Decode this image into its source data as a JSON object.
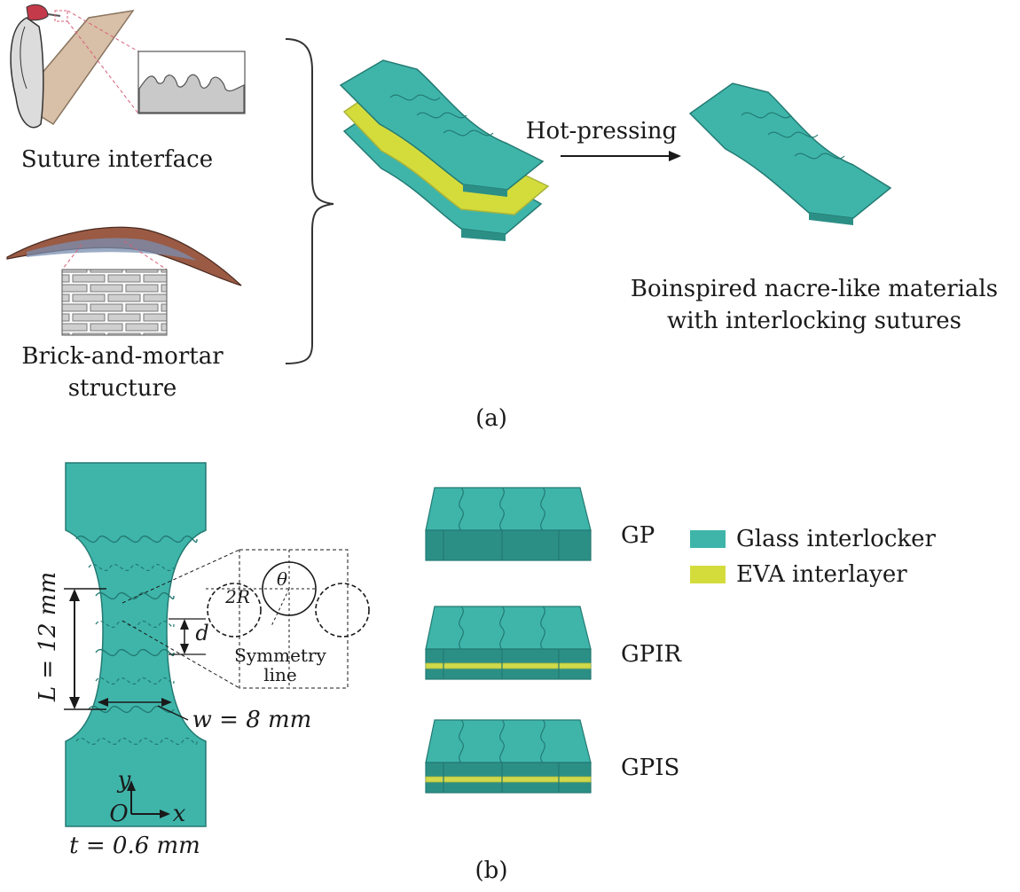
{
  "colors": {
    "glass": "#3fb5aa",
    "glass_dark": "#2c8f86",
    "glass_edge": "#237a72",
    "eva": "#cfd94a",
    "eva_dark": "#a9b33a",
    "wood": "#d8bfa7",
    "shell_top": "#8a5a48",
    "brick": "#cfcfcf",
    "ink": "#1a1a1a"
  },
  "panel_a": {
    "suture_label": "Suture interface",
    "brick_label_line1": "Brick-and-mortar",
    "brick_label_line2": "structure",
    "process_label": "Hot-pressing",
    "result_line1": "Boinspired nacre-like materials",
    "result_line2": "with interlocking sutures",
    "caption": "(a)"
  },
  "panel_b": {
    "L_label": "L = 12 mm",
    "w_label": "w = 8 mm",
    "t_label": "t = 0.6 mm",
    "y_axis": "y",
    "origin": "O",
    "x_axis": "x",
    "d_label": "d",
    "R_label": "2R",
    "theta_label": "θ",
    "symmetry_line1": "Symmetry",
    "symmetry_line2": "line",
    "samples": [
      "GP",
      "GPIR",
      "GPIS"
    ],
    "legend": [
      {
        "name": "Glass interlocker",
        "color": "#3fb5aa"
      },
      {
        "name": "EVA interlayer",
        "color": "#d4dc3c"
      }
    ],
    "caption": "(b)"
  }
}
